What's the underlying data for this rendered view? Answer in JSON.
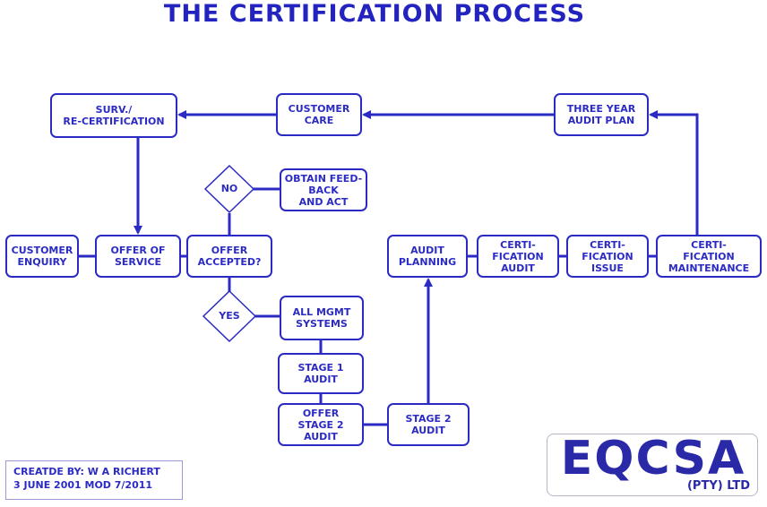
{
  "title": "THE CERTIFICATION PROCESS",
  "boxes": {
    "surv_recert": "SURV./\nRE-CERTIFICATION",
    "customer_care": "CUSTOMER\nCARE",
    "three_year": "THREE YEAR\nAUDIT PLAN",
    "obtain_feedback": "OBTAIN FEED-\nBACK\nAND ACT",
    "customer_enquiry": "CUSTOMER\nENQUIRY",
    "offer_service": "OFFER OF\nSERVICE",
    "offer_accepted": "OFFER\nACCEPTED?",
    "audit_planning": "AUDIT\nPLANNING",
    "cert_audit": "CERTI-\nFICATION\nAUDIT",
    "cert_issue": "CERTI-\nFICATION\nISSUE",
    "cert_maint": "CERTI-\nFICATION\nMAINTENANCE",
    "all_mgmt": "ALL MGMT\nSYSTEMS",
    "stage1": "STAGE 1\nAUDIT",
    "offer_stage2": "OFFER\nSTAGE 2\nAUDIT",
    "stage2": "STAGE 2\nAUDIT"
  },
  "decisions": {
    "no": "NO",
    "yes": "YES"
  },
  "credit": {
    "line1": "CREATDE BY: W A RICHERT",
    "line2": "3 JUNE 2001 MOD 7/2011"
  },
  "logo": {
    "main": "EQCSA",
    "sub": "(PTY) LTD"
  },
  "colors": {
    "primary": "#2b2bc4",
    "title": "#2323c0",
    "logo": "#2a2aa8"
  }
}
